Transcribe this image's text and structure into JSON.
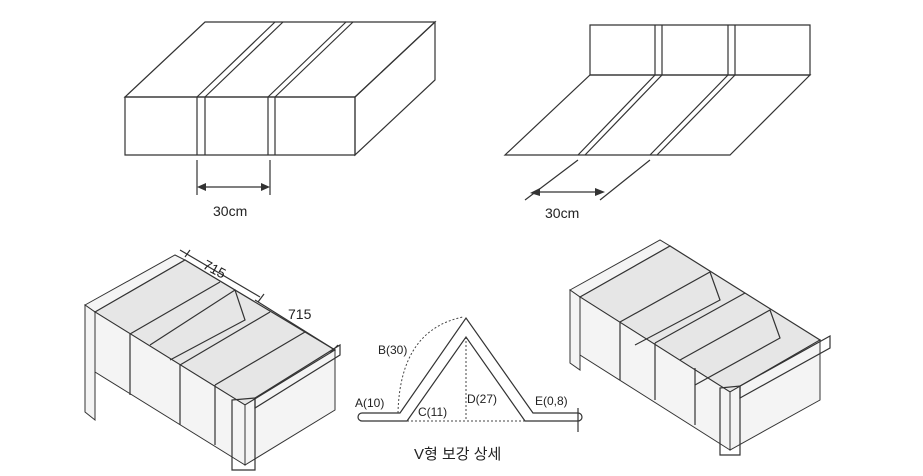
{
  "top_left": {
    "dimension": "30cm"
  },
  "top_right": {
    "dimension": "30cm"
  },
  "bottom_left": {
    "dim_length": "715",
    "dim_width": "715"
  },
  "v_detail": {
    "title": "V형 보강 상세",
    "labels": {
      "a": "A(10)",
      "b": "B(30)",
      "c": "C(11)",
      "d": "D(27)",
      "e": "E(0,8)"
    }
  }
}
